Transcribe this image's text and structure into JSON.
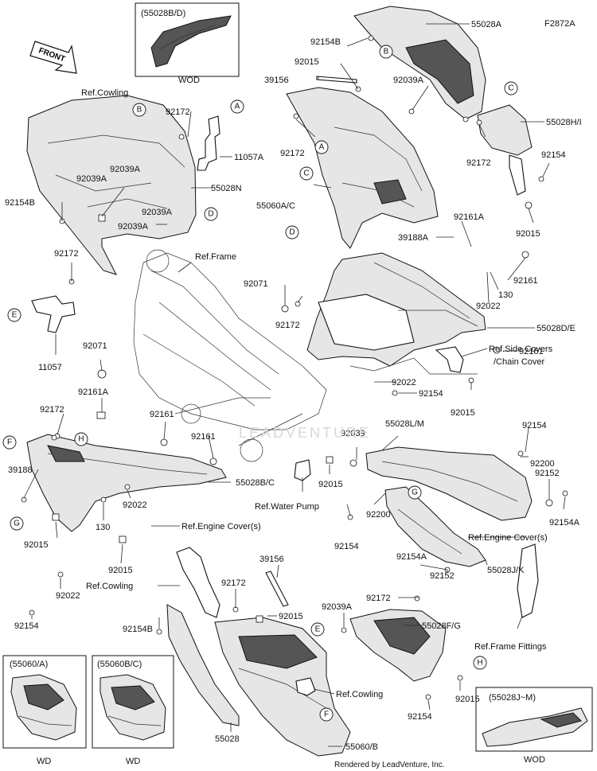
{
  "figure_code": "F2872A",
  "front_arrow_label": "FRONT",
  "footer": "Rendered by LeadVenture, Inc.",
  "watermark": "LEADVENTURE",
  "insets": {
    "top_left": {
      "title": "(55028B/D)",
      "caption": "WOD"
    },
    "bottom_left_a": {
      "title": "(55060/A)",
      "caption": "WD"
    },
    "bottom_left_b": {
      "title": "(55060B/C)",
      "caption": "WD"
    },
    "bottom_right": {
      "title": "(55028J~M)",
      "caption": "WOD"
    }
  },
  "callout_letters": {
    "A": "A",
    "B": "B",
    "C": "C",
    "D": "D",
    "E": "E",
    "F": "F",
    "G": "G",
    "H": "H"
  },
  "labels": {
    "p55028A": "55028A",
    "p92154B_top": "92154B",
    "p92015_top": "92015",
    "p39156_top": "39156",
    "p92039A_top": "92039A",
    "p55028HI": "55028H/I",
    "p92172_r": "92172",
    "p92154_r": "92154",
    "p92015_r": "92015",
    "p92172_c": "92172",
    "p55060AC": "55060A/C",
    "p92161A_r": "92161A",
    "p39188A": "39188A",
    "p92161_r1": "92161",
    "p130_r": "130",
    "p92022_r": "92022",
    "p55028DE": "55028D/E",
    "p92161_r2": "92161",
    "ref_side_covers": "Ref.Side Covers",
    "ref_chain_cover": "/Chain Cover",
    "p92154_m": "92154",
    "p92022_m": "92022",
    "p92015_m": "92015",
    "p92071_c": "92071",
    "p92172_c2": "92172",
    "ref_cowling_tl": "Ref.Cowling",
    "p92172_tl": "92172",
    "p11057A": "11057A",
    "p92039A_l1": "92039A",
    "p92039A_l2": "92039A",
    "p55028N": "55028N",
    "p92039A_l3": "92039A",
    "p92039A_l4": "92039A",
    "p92154B_l": "92154B",
    "ref_frame": "Ref.Frame",
    "p92172_l": "92172",
    "p11057": "11057",
    "p92071_l": "92071",
    "p92161A_l": "92161A",
    "p92172_l2": "92172",
    "p92161_l": "92161",
    "p92161_l2": "92161",
    "p39188": "39188",
    "p55028BC": "55028B/C",
    "p92022_l": "92022",
    "p130_l": "130",
    "p92015_l": "92015",
    "ref_engine_cover_l": "Ref.Engine Cover(s)",
    "p92015_l2": "92015",
    "p92022_l2": "92022",
    "p92154_l": "92154",
    "p92039_c": "92039",
    "p55028LM": "55028L/M",
    "p92154_rr": "92154",
    "p92200_r": "92200",
    "p92152_r": "92152",
    "p92154A_r": "92154A",
    "ref_water_pump": "Ref.Water Pump",
    "p92015_c": "92015",
    "p92154_c": "92154",
    "p92200_c": "92200",
    "ref_engine_cover_r": "Ref.Engine Cover(s)",
    "p92154A_c": "92154A",
    "p92152_c": "92152",
    "p55028JK": "55028J/K",
    "ref_frame_fittings": "Ref.Frame Fittings",
    "ref_cowling_bl": "Ref.Cowling",
    "p92172_b": "92172",
    "p39156_b": "39156",
    "p92015_b": "92015",
    "p92039A_b": "92039A",
    "p92172_b2": "92172",
    "p55028FG": "55028F/G",
    "p92154B_b": "92154B",
    "ref_cowling_b": "Ref.Cowling",
    "p92015_b2": "92015",
    "p92154_b": "92154",
    "p55028_b": "55028",
    "p55060B": "55060/B"
  }
}
